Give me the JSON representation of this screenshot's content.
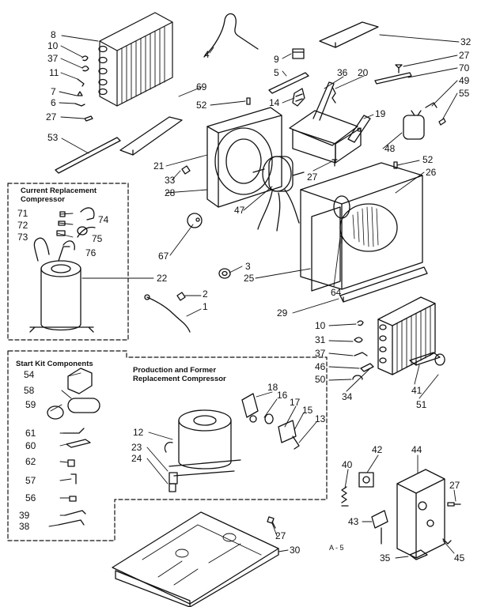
{
  "boxes": {
    "current_replacement_title": "Current Replacement\nCompressor",
    "start_kit_title": "Start Kit Components",
    "production_title": "Production and Former\nReplacement Compressor"
  },
  "page_ref": "A - 5",
  "callouts": {
    "c1": "1",
    "c2": "2",
    "c3": "3",
    "c4": "4",
    "c5": "5",
    "c6": "6",
    "c7": "7",
    "c8": "8",
    "c9": "9",
    "c10a": "10",
    "c10b": "10",
    "c11": "11",
    "c12": "12",
    "c13": "13",
    "c14": "14",
    "c15": "15",
    "c16": "16",
    "c17": "17",
    "c18": "18",
    "c19": "19",
    "c20": "20",
    "c21": "21",
    "c22": "22",
    "c23": "23",
    "c24": "24",
    "c25": "25",
    "c26": "26",
    "c27a": "27",
    "c27b": "27",
    "c27c": "27",
    "c27d": "27",
    "c27e": "27",
    "c28": "28",
    "c29": "29",
    "c30": "30",
    "c31": "31",
    "c32": "32",
    "c33": "33",
    "c34": "34",
    "c35": "35",
    "c36": "36",
    "c37a": "37",
    "c37b": "37",
    "c38": "38",
    "c39": "39",
    "c40": "40",
    "c41": "41",
    "c42": "42",
    "c43": "43",
    "c44": "44",
    "c45": "45",
    "c46": "46",
    "c47": "47",
    "c48": "48",
    "c49": "49",
    "c50": "50",
    "c51": "51",
    "c52a": "52",
    "c52b": "52",
    "c53": "53",
    "c54": "54",
    "c55": "55",
    "c56": "56",
    "c57": "57",
    "c58": "58",
    "c59": "59",
    "c60": "60",
    "c61": "61",
    "c62": "62",
    "c64": "64",
    "c67": "67",
    "c69": "69",
    "c70": "70",
    "c71": "71",
    "c72": "72",
    "c73": "73",
    "c74": "74",
    "c75": "75",
    "c76": "76"
  }
}
